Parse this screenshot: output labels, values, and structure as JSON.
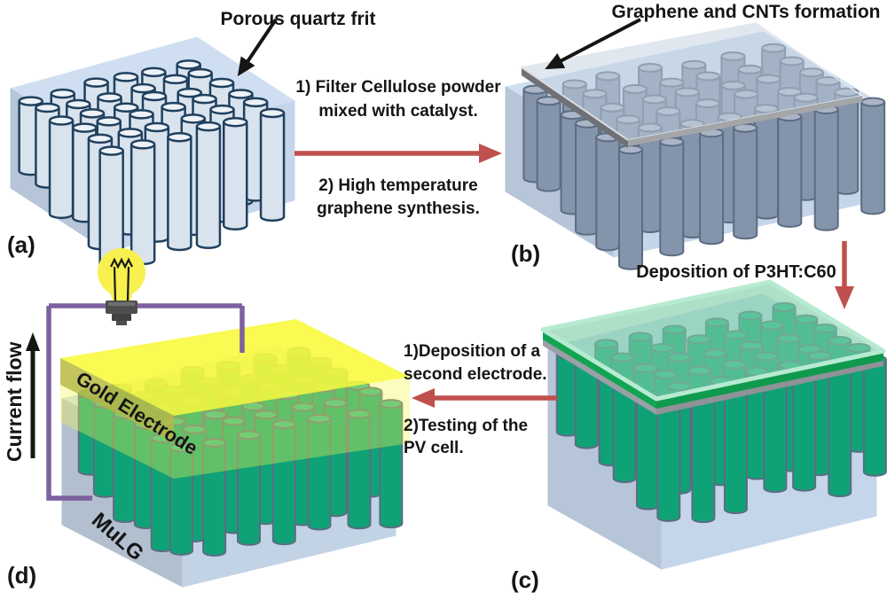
{
  "colors": {
    "arrow_red": "#c0504d",
    "wire_purple": "#7d60a0",
    "bulb_yellow": "#f7f04e",
    "gold_yellow": "#f8f93e",
    "gold_olive_edge": "#b6b748",
    "sheet_green": "#7bcda4",
    "sheet_green_edge": "#12a452",
    "sheet_glass_blue": "#c2cfe0",
    "graphene_bar_dark": "#6e7075",
    "graphene_bar_light": "#a3a5a9",
    "pillar_green": "#10a277",
    "pillar_green_top": "#2cb68b",
    "pillar_slate": "#8494ab",
    "pillar_slate_top": "#aab6c7",
    "pillar_quartz": "#d9e3ee",
    "pillar_quartz_top": "#edf2f8",
    "quartz_outline": "#20405e",
    "slate_outline": "#5c6c82",
    "block_top": "#cfdff1",
    "block_left": "#b6c5d8",
    "block_right": "#c6d6ea",
    "text": "#151515"
  },
  "panels": {
    "a": {
      "label": "(a)",
      "callout": "Porous quartz frit"
    },
    "b": {
      "label": "(b)",
      "callout": "Graphene and CNTs formation"
    },
    "c": {
      "label": "(c)"
    },
    "d": {
      "label": "(d)",
      "electrode_label": "Gold Electrode",
      "substrate_label": "MuLG",
      "current_label": "Current flow"
    }
  },
  "transitions": {
    "a_to_b": {
      "step1_line1": "1) Filter Cellulose powder",
      "step1_line2": "mixed with catalyst.",
      "step2_line1": "2) High temperature",
      "step2_line2": "graphene synthesis."
    },
    "b_to_c": {
      "caption": "Deposition of P3HT:C60"
    },
    "c_to_d": {
      "step1_line1": "1)Deposition of a",
      "step1_line2": "second electrode.",
      "step2_line1": "2)Testing of the",
      "step2_line2": "PV cell."
    }
  }
}
